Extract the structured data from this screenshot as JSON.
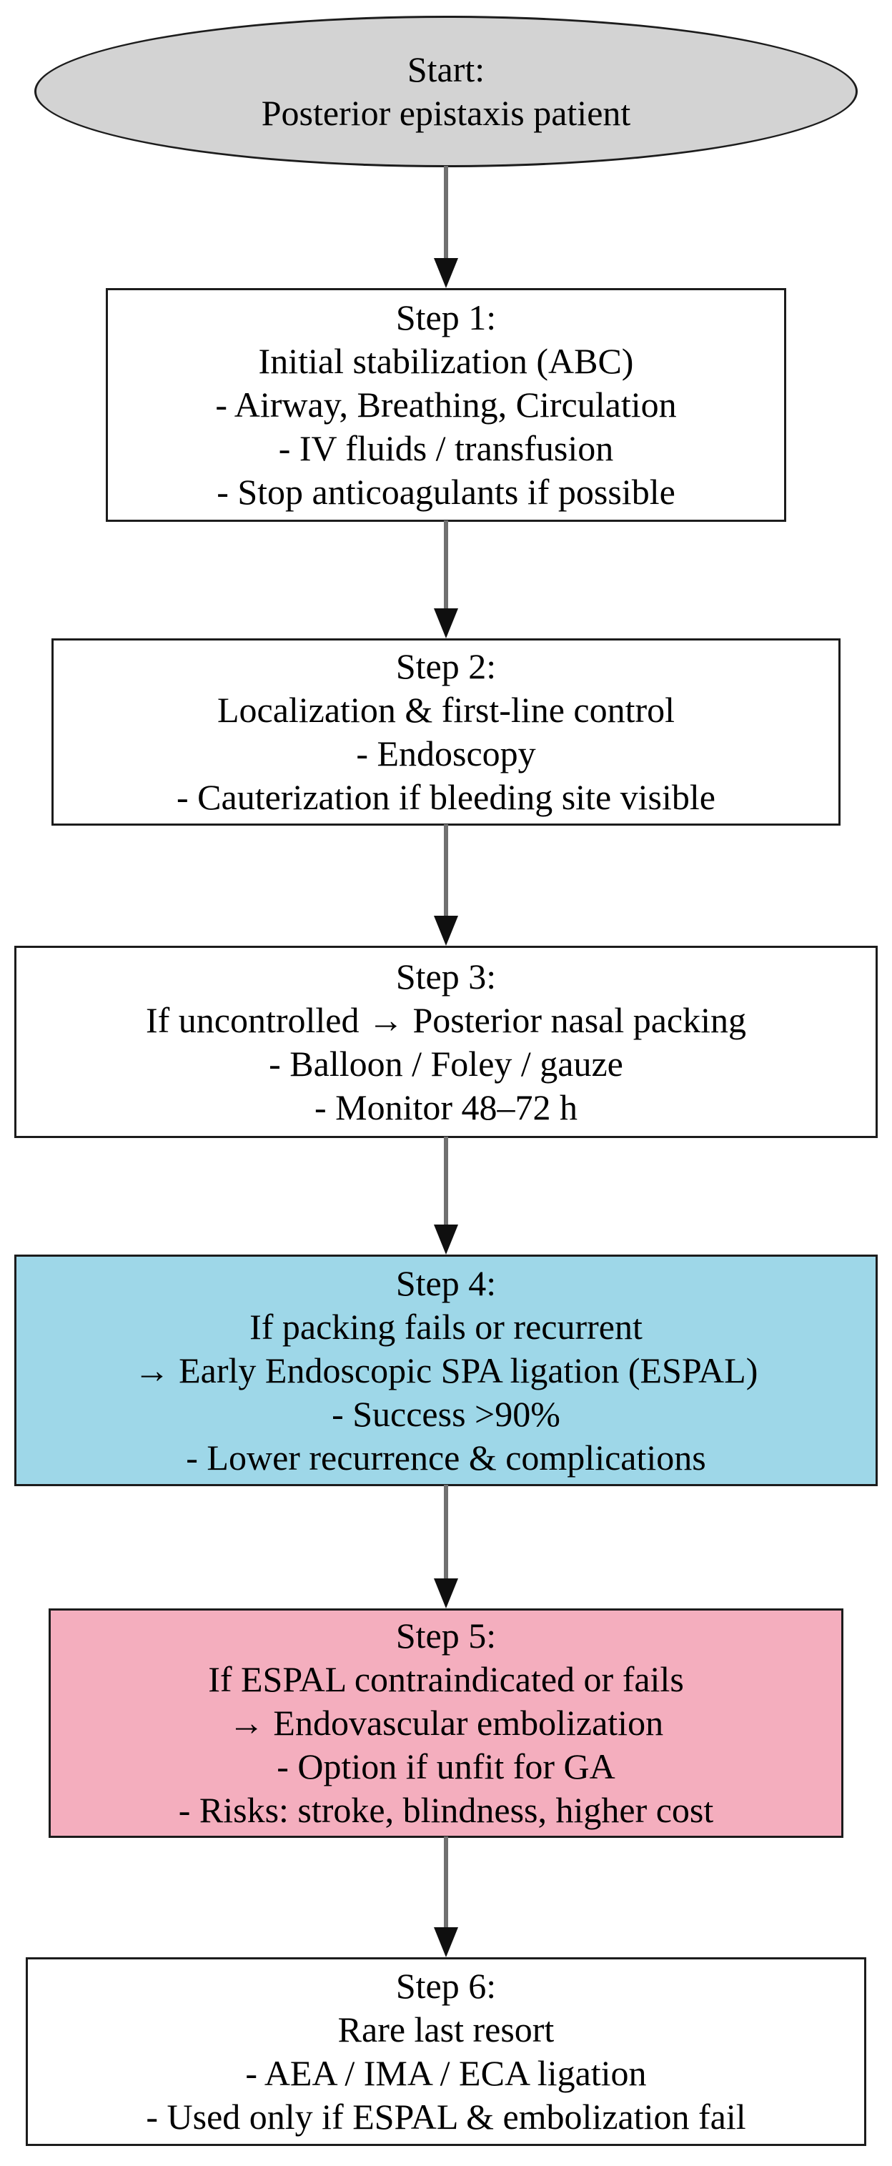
{
  "diagram": {
    "type": "flowchart",
    "colors": {
      "background": "#FFFFFF",
      "border": "#1C1C1C",
      "arrow_line": "#707070",
      "arrow_head": "#0F0F0F",
      "start_fill": "#D3D3D3",
      "default_box_fill": "#FFFFFF",
      "highlight_blue_fill": "#9ED7E8",
      "highlight_pink_fill": "#F4AEBE"
    },
    "nodes": [
      {
        "id": "start",
        "shape": "ellipse",
        "fill": "#D3D3D3",
        "lines": [
          "Start:",
          "Posterior epistaxis patient"
        ]
      },
      {
        "id": "step1",
        "shape": "rect",
        "fill": "#FFFFFF",
        "lines": [
          "Step 1:",
          "Initial stabilization (ABC)",
          "- Airway, Breathing, Circulation",
          "- IV fluids / transfusion",
          "- Stop anticoagulants if possible"
        ]
      },
      {
        "id": "step2",
        "shape": "rect",
        "fill": "#FFFFFF",
        "lines": [
          "Step 2:",
          "Localization & first-line control",
          "- Endoscopy",
          "- Cauterization if bleeding site visible"
        ]
      },
      {
        "id": "step3",
        "shape": "rect",
        "fill": "#FFFFFF",
        "lines": [
          "Step 3:",
          "If uncontrolled → Posterior nasal packing",
          "- Balloon / Foley / gauze",
          "- Monitor 48–72 h"
        ]
      },
      {
        "id": "step4",
        "shape": "rect",
        "fill": "#9ED7E8",
        "lines": [
          "Step 4:",
          "If packing fails or recurrent",
          "→ Early Endoscopic SPA ligation (ESPAL)",
          "- Success >90%",
          "- Lower recurrence & complications"
        ]
      },
      {
        "id": "step5",
        "shape": "rect",
        "fill": "#F4AEBE",
        "lines": [
          "Step 5:",
          "If ESPAL contraindicated or fails",
          "→ Endovascular embolization",
          "- Option if unfit for GA",
          "- Risks: stroke, blindness, higher cost"
        ]
      },
      {
        "id": "step6",
        "shape": "rect",
        "fill": "#FFFFFF",
        "lines": [
          "Step 6:",
          "Rare last resort",
          "- AEA / IMA / ECA ligation",
          "- Used only if ESPAL & embolization fail"
        ]
      }
    ],
    "edges": [
      {
        "from": "start",
        "to": "step1"
      },
      {
        "from": "step1",
        "to": "step2"
      },
      {
        "from": "step2",
        "to": "step3"
      },
      {
        "from": "step3",
        "to": "step4"
      },
      {
        "from": "step4",
        "to": "step5"
      },
      {
        "from": "step5",
        "to": "step6"
      }
    ]
  }
}
